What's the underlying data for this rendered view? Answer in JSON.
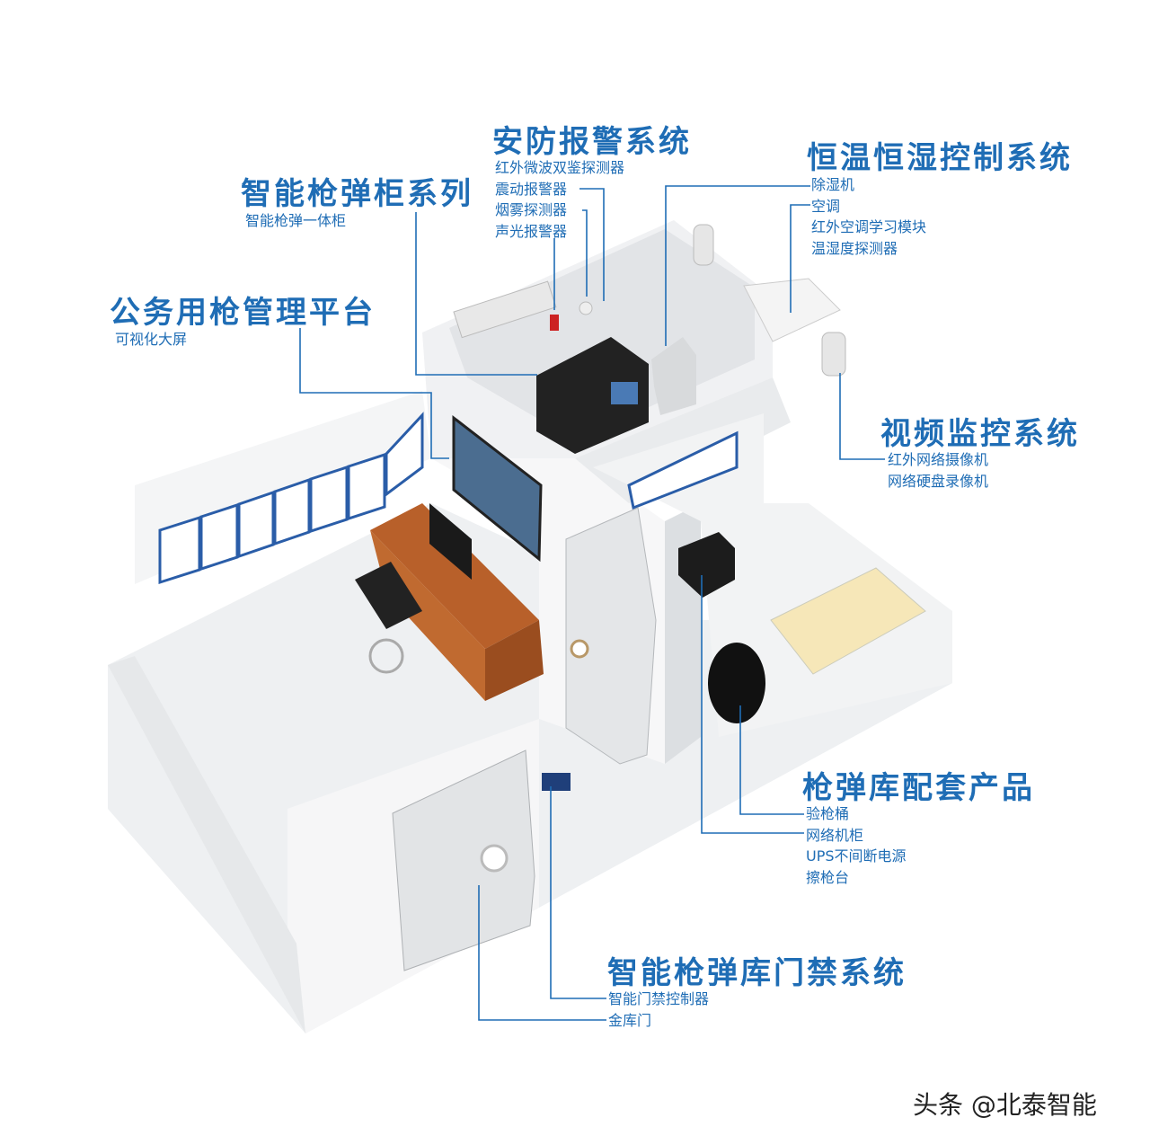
{
  "accent": "#1f6db5",
  "groups": {
    "cabinet": {
      "title": "智能枪弹柜系列",
      "items": [
        "智能枪弹一体柜"
      ]
    },
    "platform": {
      "title": "公务用枪管理平台",
      "items": [
        "可视化大屏"
      ]
    },
    "alarm": {
      "title": "安防报警系统",
      "items": [
        "红外微波双鉴探测器",
        "震动报警器",
        "烟雾探测器",
        "声光报警器"
      ]
    },
    "climate": {
      "title": "恒温恒湿控制系统",
      "items": [
        "除湿机",
        "空调",
        "红外空调学习模块",
        "温湿度探测器"
      ]
    },
    "video": {
      "title": "视频监控系统",
      "items": [
        "红外网络摄像机",
        "网络硬盘录像机"
      ]
    },
    "accessories": {
      "title": "枪弹库配套产品",
      "items": [
        "验枪桶",
        "网络机柜",
        "UPS不间断电源",
        "擦枪台"
      ]
    },
    "access": {
      "title": "智能枪弹库门禁系统",
      "items": [
        "智能门禁控制器",
        "金库门"
      ]
    }
  },
  "watermark": "头条 @北泰智能"
}
